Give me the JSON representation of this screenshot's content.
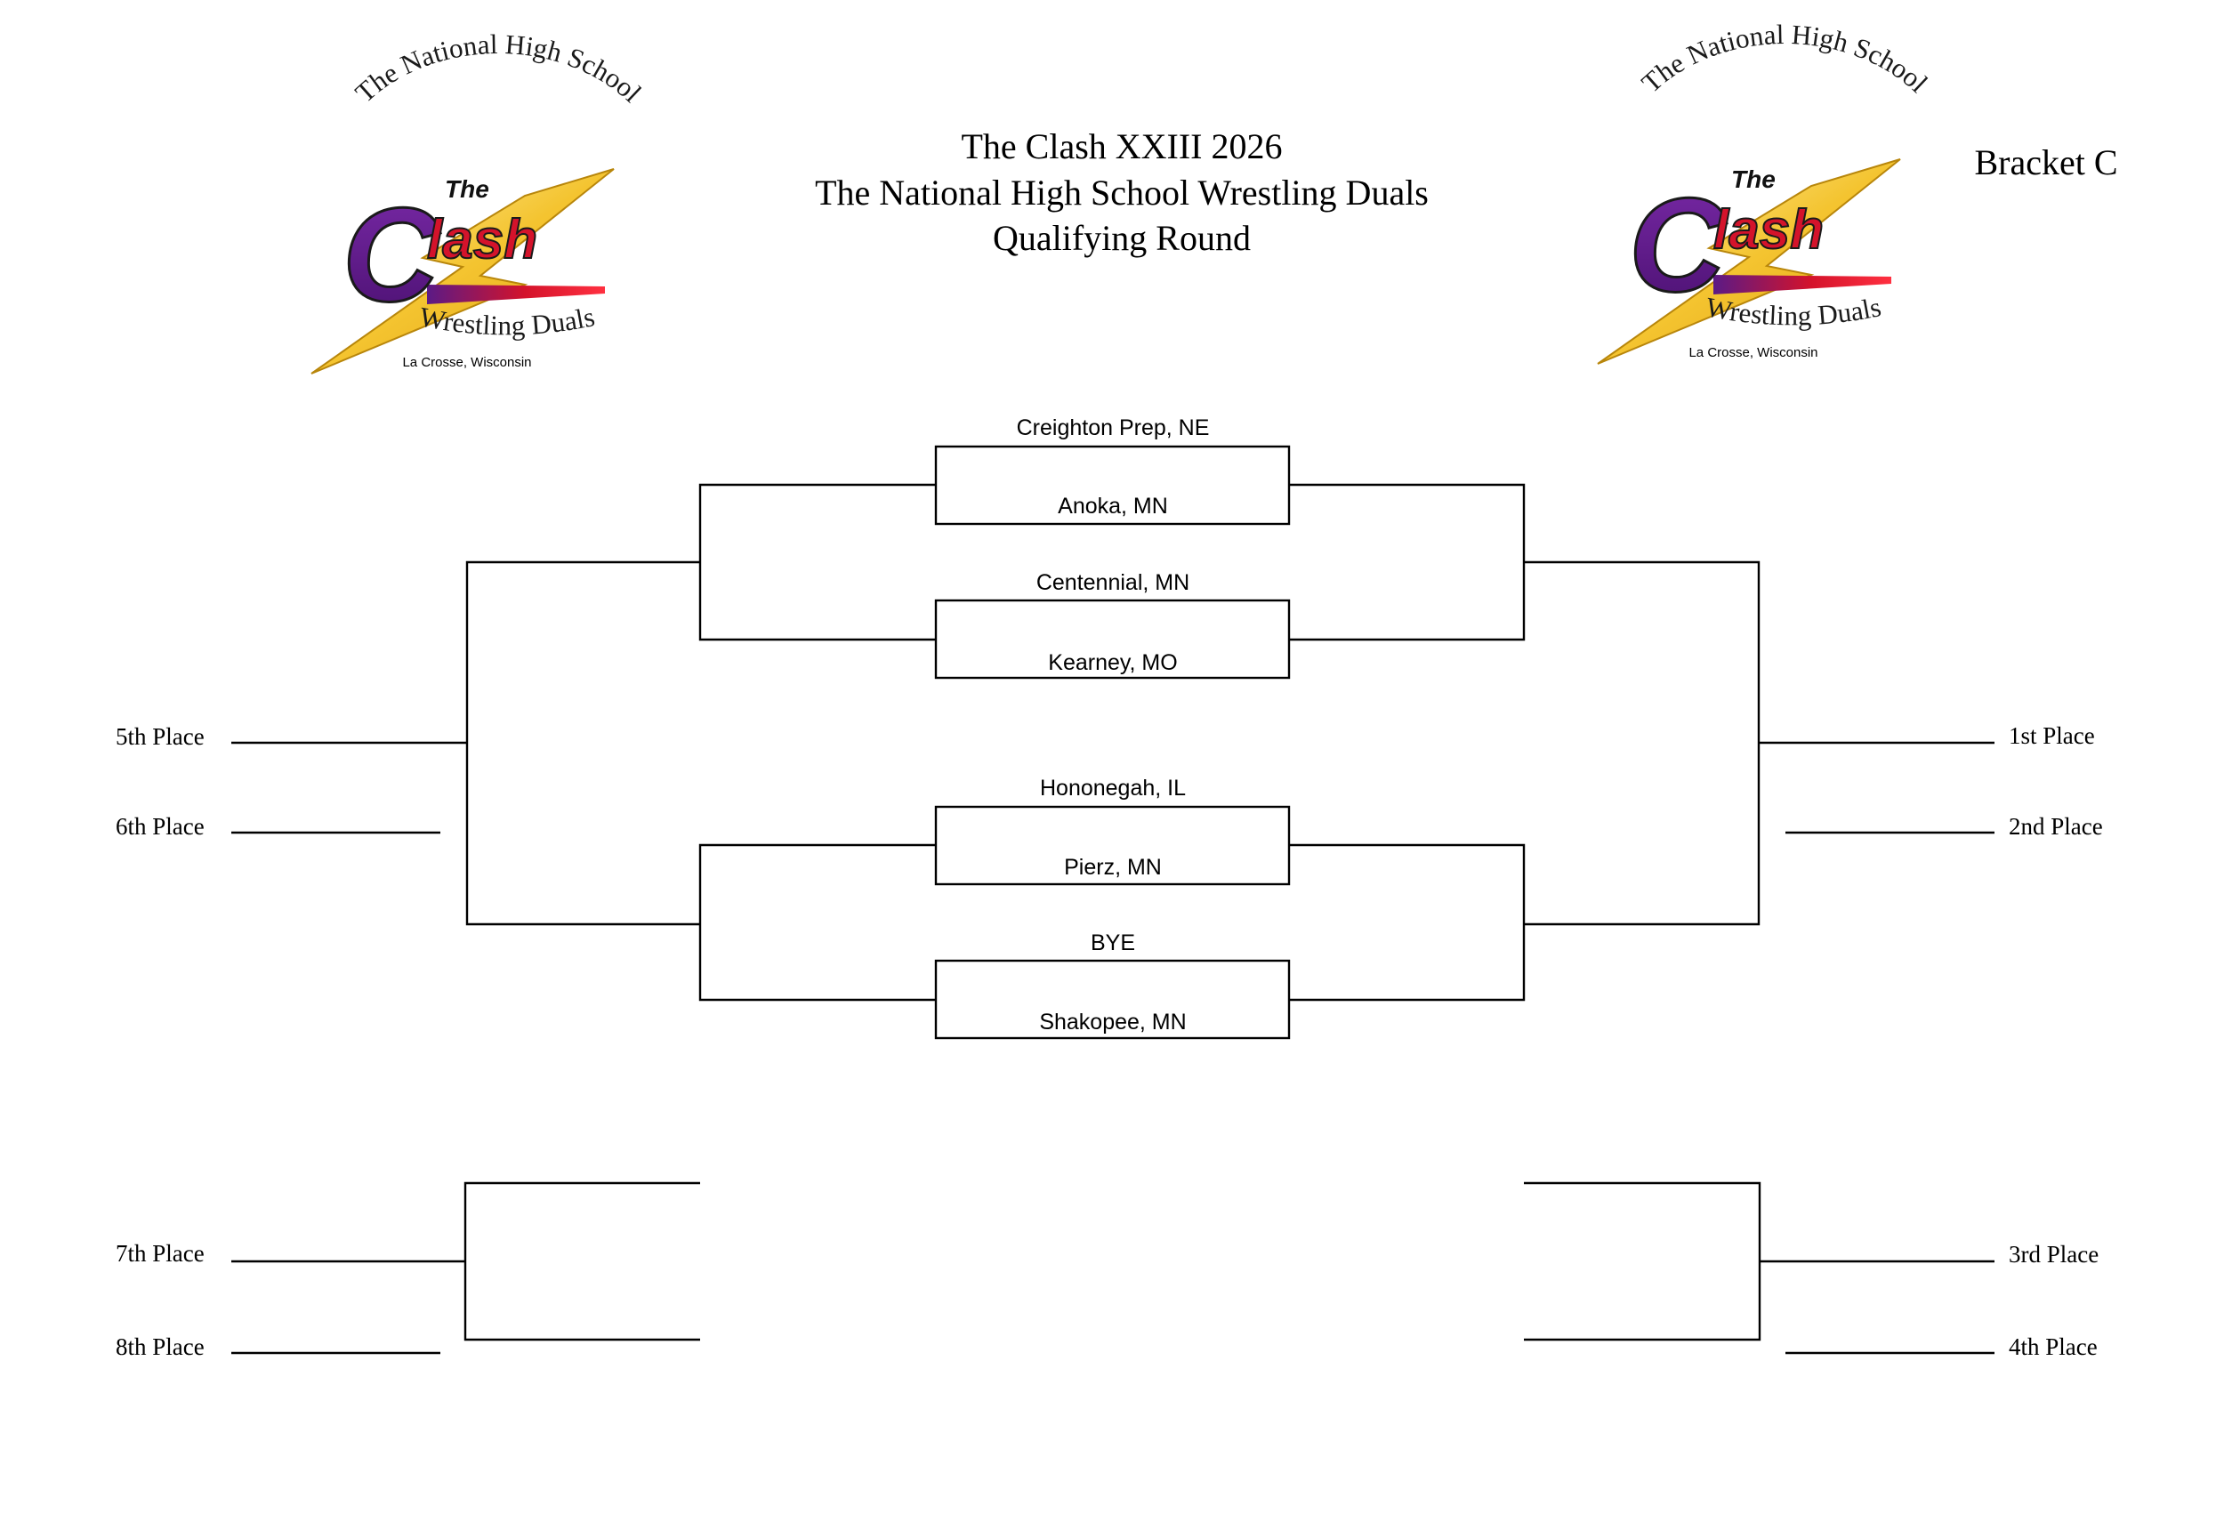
{
  "header": {
    "title_line1": "The Clash XXIII 2026",
    "title_line2": "The National High School Wrestling Duals",
    "title_line3": "Qualifying Round",
    "bracket_label": "Bracket C"
  },
  "logo": {
    "top_text": "The National High School",
    "the_text": "The",
    "c_letter": "C",
    "lash_text": "lash",
    "location": "La Crosse, Wisconsin",
    "bottom_text": "Wrestling Duals",
    "colors": {
      "purple": "#5b1a86",
      "red": "#d4132b",
      "gold": "#f4c430",
      "dark": "#1a1a1a"
    }
  },
  "matches": [
    {
      "top": "Creighton Prep, NE",
      "bottom": "Anoka, MN"
    },
    {
      "top": "Centennial, MN",
      "bottom": "Kearney, MO"
    },
    {
      "top": "Hononegah, IL",
      "bottom": "Pierz, MN"
    },
    {
      "top": "BYE",
      "bottom": "Shakopee, MN"
    }
  ],
  "places": {
    "p1": "1st Place",
    "p2": "2nd Place",
    "p3": "3rd Place",
    "p4": "4th Place",
    "p5": "5th Place",
    "p6": "6th Place",
    "p7": "7th Place",
    "p8": "8th Place"
  }
}
